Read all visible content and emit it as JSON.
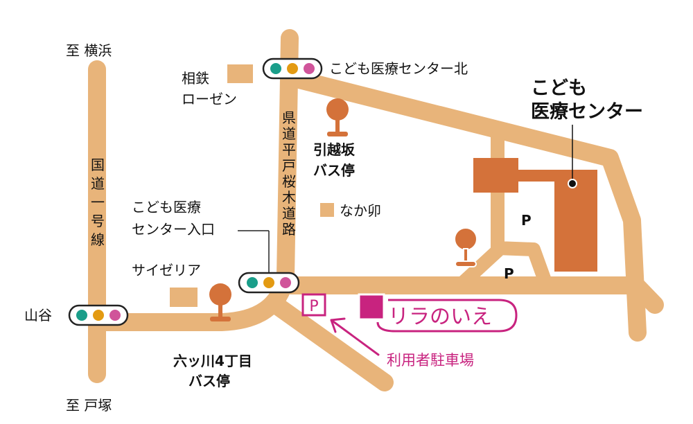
{
  "colors": {
    "road": "#e8b47a",
    "building": "#d4723a",
    "accent": "#c8237f",
    "signal_green": "#1a9e8a",
    "signal_yellow": "#e39a12",
    "signal_red": "#d0549a"
  },
  "labels": {
    "to_yokohama": "至 横浜",
    "to_totsuka": "至 戸塚",
    "national_route": [
      "国",
      "道",
      "一",
      "号",
      "線"
    ],
    "prefectural_road": [
      "県",
      "道",
      "平",
      "戸",
      "桜",
      "木",
      "道",
      "路"
    ],
    "yamaya": "山谷",
    "sotetsu_rosen": [
      "相鉄",
      "ローゼン"
    ],
    "kodomo_north": "こども医療センター北",
    "hikkoshizaka": [
      "引越坂",
      "バス停"
    ],
    "kodomo_center": [
      "こども",
      "医療センター"
    ],
    "naka_u": "なか卯",
    "kodomo_entrance": [
      "こども医療",
      "センター入口"
    ],
    "saizeriya": "サイゼリア",
    "muttsukawa": [
      "六ッ川4丁目",
      "バス停"
    ],
    "parking_1": "P",
    "parking_2": "P",
    "user_parking_icon": "P",
    "rira_no_ie": "リラのいえ",
    "user_parking": "利用者駐車場"
  }
}
